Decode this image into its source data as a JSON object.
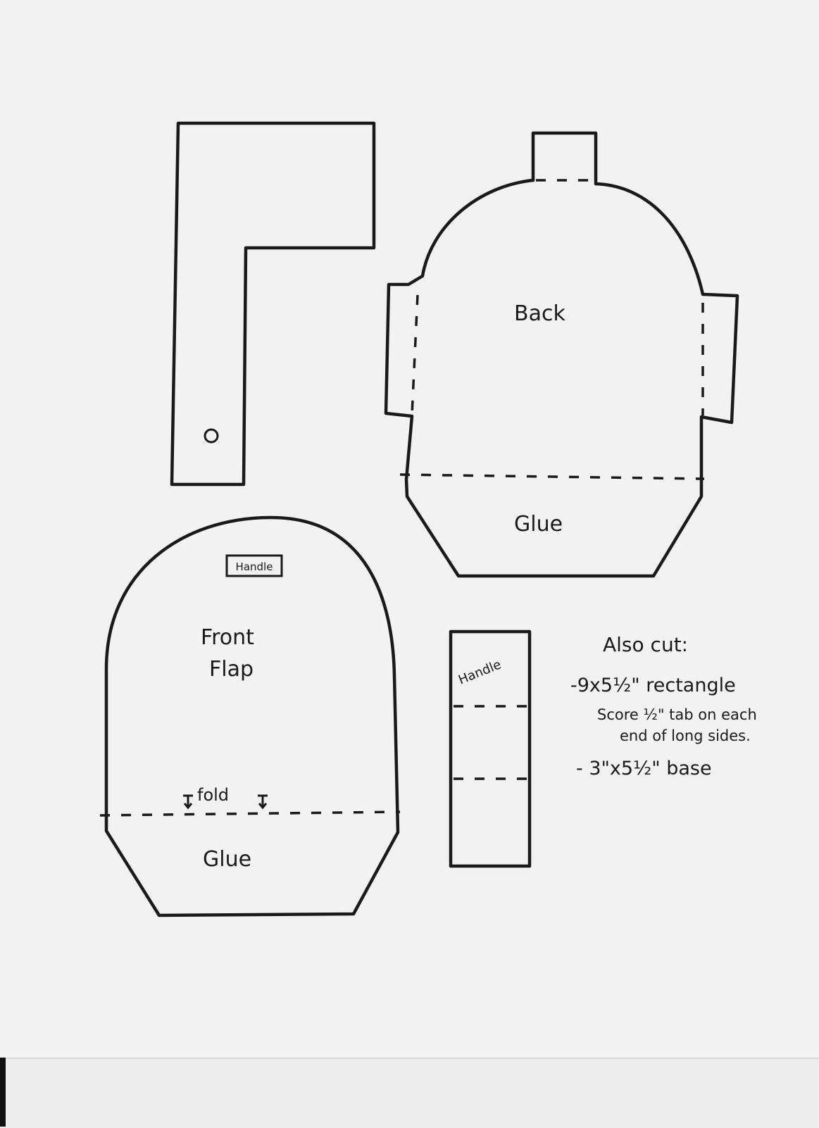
{
  "labels": {
    "back": "Back",
    "back_glue": "Glue",
    "handle_small": "Handle",
    "front": "Front",
    "flap": "Flap",
    "fold": "fold",
    "front_glue": "Glue",
    "handle_strip": "Handle"
  },
  "notes": {
    "heading": "Also cut:",
    "line1": "-9x5½\" rectangle",
    "line2": "Score ½\" tab on each",
    "line3": "end of long sides.",
    "line4": "- 3\"x5½\" base"
  },
  "colors": {
    "ink": "#1a1a1a",
    "paper": "#f2f2f2"
  }
}
